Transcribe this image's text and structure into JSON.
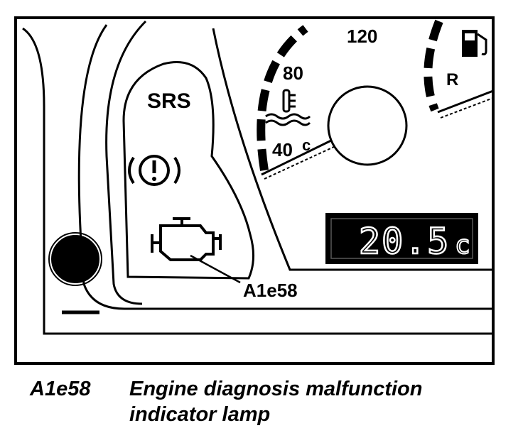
{
  "labels": {
    "srs": "SRS",
    "callout": "A1e58",
    "gauge_left": {
      "t120": "120",
      "t80": "80",
      "t40": "40",
      "unit": "c"
    },
    "gauge_right": {
      "gear": "R"
    }
  },
  "display": {
    "value": "20.5",
    "unit": "c"
  },
  "caption": {
    "code": "A1e58",
    "line1": "Engine diagnosis malfunction",
    "line2": "indicator lamp"
  },
  "icons": [
    "brake-warning-icon",
    "check-engine-icon",
    "coolant-temperature-icon",
    "fuel-pump-icon",
    "knob-icon"
  ],
  "colors": {
    "ink": "#000000",
    "paper": "#ffffff"
  }
}
